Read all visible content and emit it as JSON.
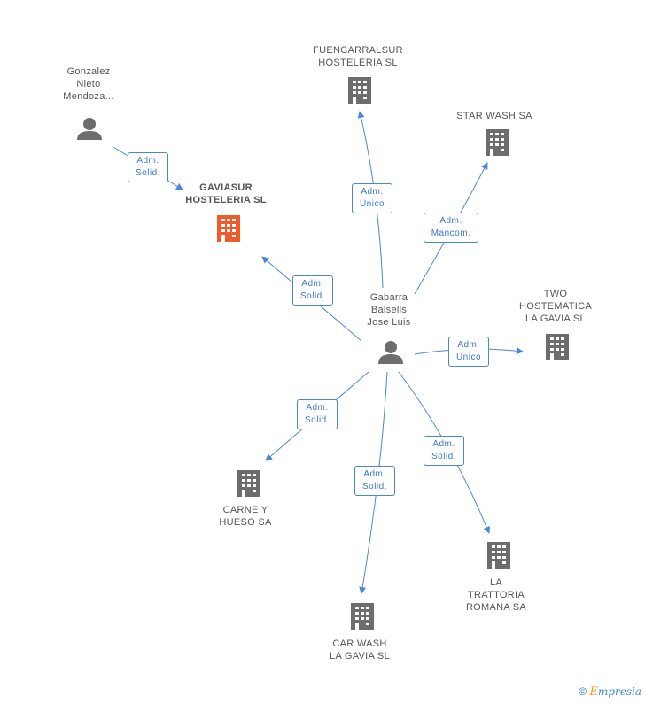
{
  "nodes": {
    "gonzalez": {
      "lines": [
        "Gonzalez",
        "Nieto",
        "Mendoza..."
      ]
    },
    "gaviasur": {
      "lines": [
        "GAVIASUR",
        "HOSTELERIA SL"
      ]
    },
    "fuencarral": {
      "lines": [
        "FUENCARRALSUR",
        "HOSTELERIA SL"
      ]
    },
    "starwash": {
      "lines": [
        "STAR WASH SA"
      ]
    },
    "gabarra": {
      "lines": [
        "Gabarra",
        "Balsells",
        "Jose Luis"
      ]
    },
    "two": {
      "lines": [
        "TWO",
        "HOSTEMATICA",
        "LA GAVIA  SL"
      ]
    },
    "carne": {
      "lines": [
        "CARNE Y",
        "HUESO SA"
      ]
    },
    "carwash": {
      "lines": [
        "CAR WASH",
        "LA GAVIA SL"
      ]
    },
    "trattoria": {
      "lines": [
        "LA",
        "TRATTORIA",
        "ROMANA SA"
      ]
    }
  },
  "relations": {
    "r1": {
      "lines": [
        "Adm.",
        "Solid."
      ]
    },
    "r2": {
      "lines": [
        "Adm.",
        "Solid."
      ]
    },
    "r3": {
      "lines": [
        "Adm.",
        "Unico"
      ]
    },
    "r4": {
      "lines": [
        "Adm.",
        "Mancom."
      ]
    },
    "r5": {
      "lines": [
        "Adm.",
        "Unico"
      ]
    },
    "r6": {
      "lines": [
        "Adm.",
        "Solid."
      ]
    },
    "r7": {
      "lines": [
        "Adm.",
        "Solid."
      ]
    },
    "r8": {
      "lines": [
        "Adm.",
        "Solid."
      ]
    }
  },
  "colors": {
    "edge": "#4a86d8",
    "building": "#6d6d6d",
    "main_building": "#f15a2b",
    "person": "#6d6d6d"
  },
  "footer": {
    "copyright": "©",
    "brand_first": "E",
    "brand_rest": "mpresia"
  }
}
